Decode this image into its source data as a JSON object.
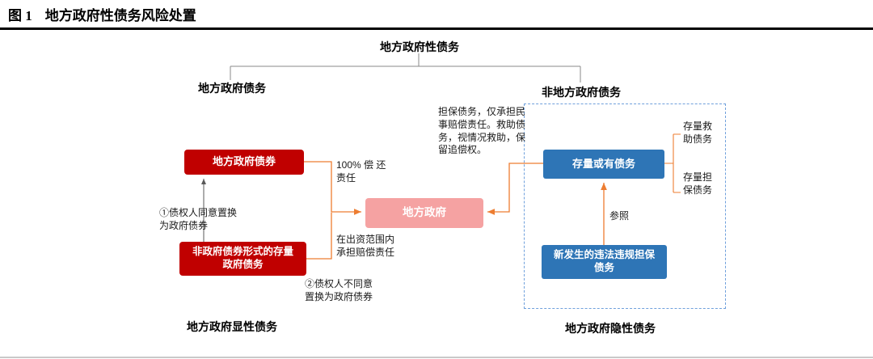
{
  "header": {
    "figure_label": "图 1",
    "title": "地方政府性债务风险处置"
  },
  "diagram": {
    "root": "地方政府性债务",
    "left_branch": "地方政府债务",
    "right_branch": "非地方政府债务",
    "boxes": {
      "bond": "地方政府债券",
      "nonbond": "非政府债券形式的存量政府债务",
      "government": "地方政府",
      "contingent": "存量或有债务",
      "new_illegal": "新发生的违法违规担保债务"
    },
    "edge_labels": {
      "swap_agree": "①债权人同意置换为政府债券",
      "swap_disagree": "②债权人不同意置换为政府债券",
      "full_repay": "100% 偿 还 责任",
      "partial_repay": "在出资范围内承担赔偿责任",
      "guarantee_note": "担保债务，仅承担民事赔偿责任。救助债务，视情况救助，保留追偿权。",
      "reference": "参照",
      "rescue_debt": "存量救助债务",
      "guarantee_debt": "存量担保债务"
    },
    "footers": {
      "explicit": "地方政府显性债务",
      "implicit": "地方政府隐性债务"
    }
  },
  "colors": {
    "dark_red": "#C00000",
    "pink": "#F5A2A2",
    "blue": "#2E75B6",
    "orange": "#ED7D31",
    "dashed_border": "#6FA0DC",
    "header_rule": "#000000",
    "bottom_rule": "#C9C9C9"
  }
}
